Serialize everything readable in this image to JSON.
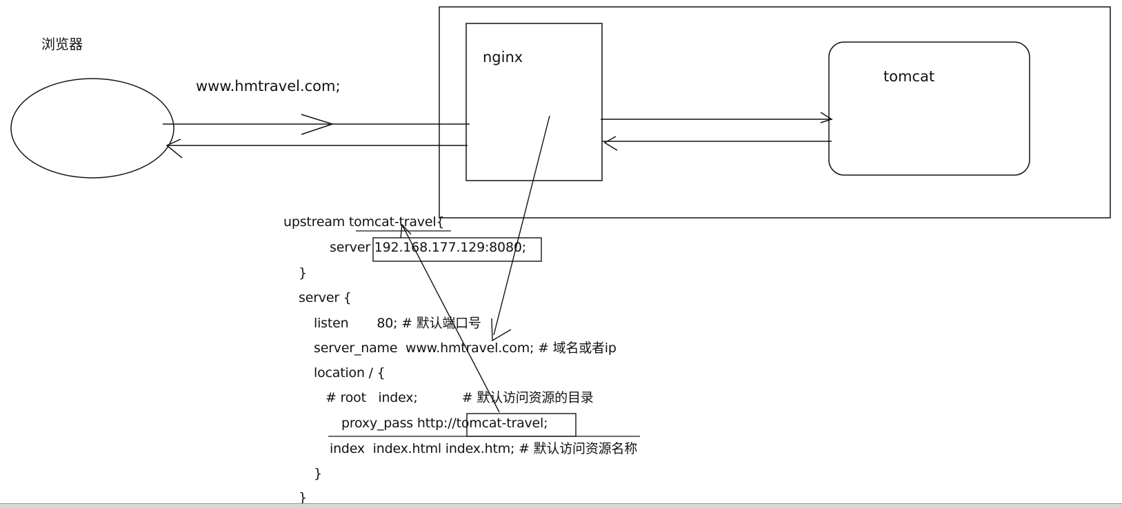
{
  "labels": {
    "browser": "浏览器",
    "domain_request": "www.hmtravel.com;",
    "nginx": "nginx",
    "tomcat": "tomcat"
  },
  "config_lines": [
    "upstream tomcat-travel{",
    "server 192.168.177.129:8080;",
    "}",
    "server {",
    "listen       80; # 默认端口号",
    "server_name  www.hmtravel.com; # 域名或者ip",
    "location / {",
    "# root   index;           # 默认访问资源的目录",
    "proxy_pass http://tomcat-travel;",
    "index  index.html index.htm; # 默认访问资源名称",
    "}",
    "}"
  ],
  "colors": {
    "stroke": "#111111",
    "background": "#ffffff"
  }
}
